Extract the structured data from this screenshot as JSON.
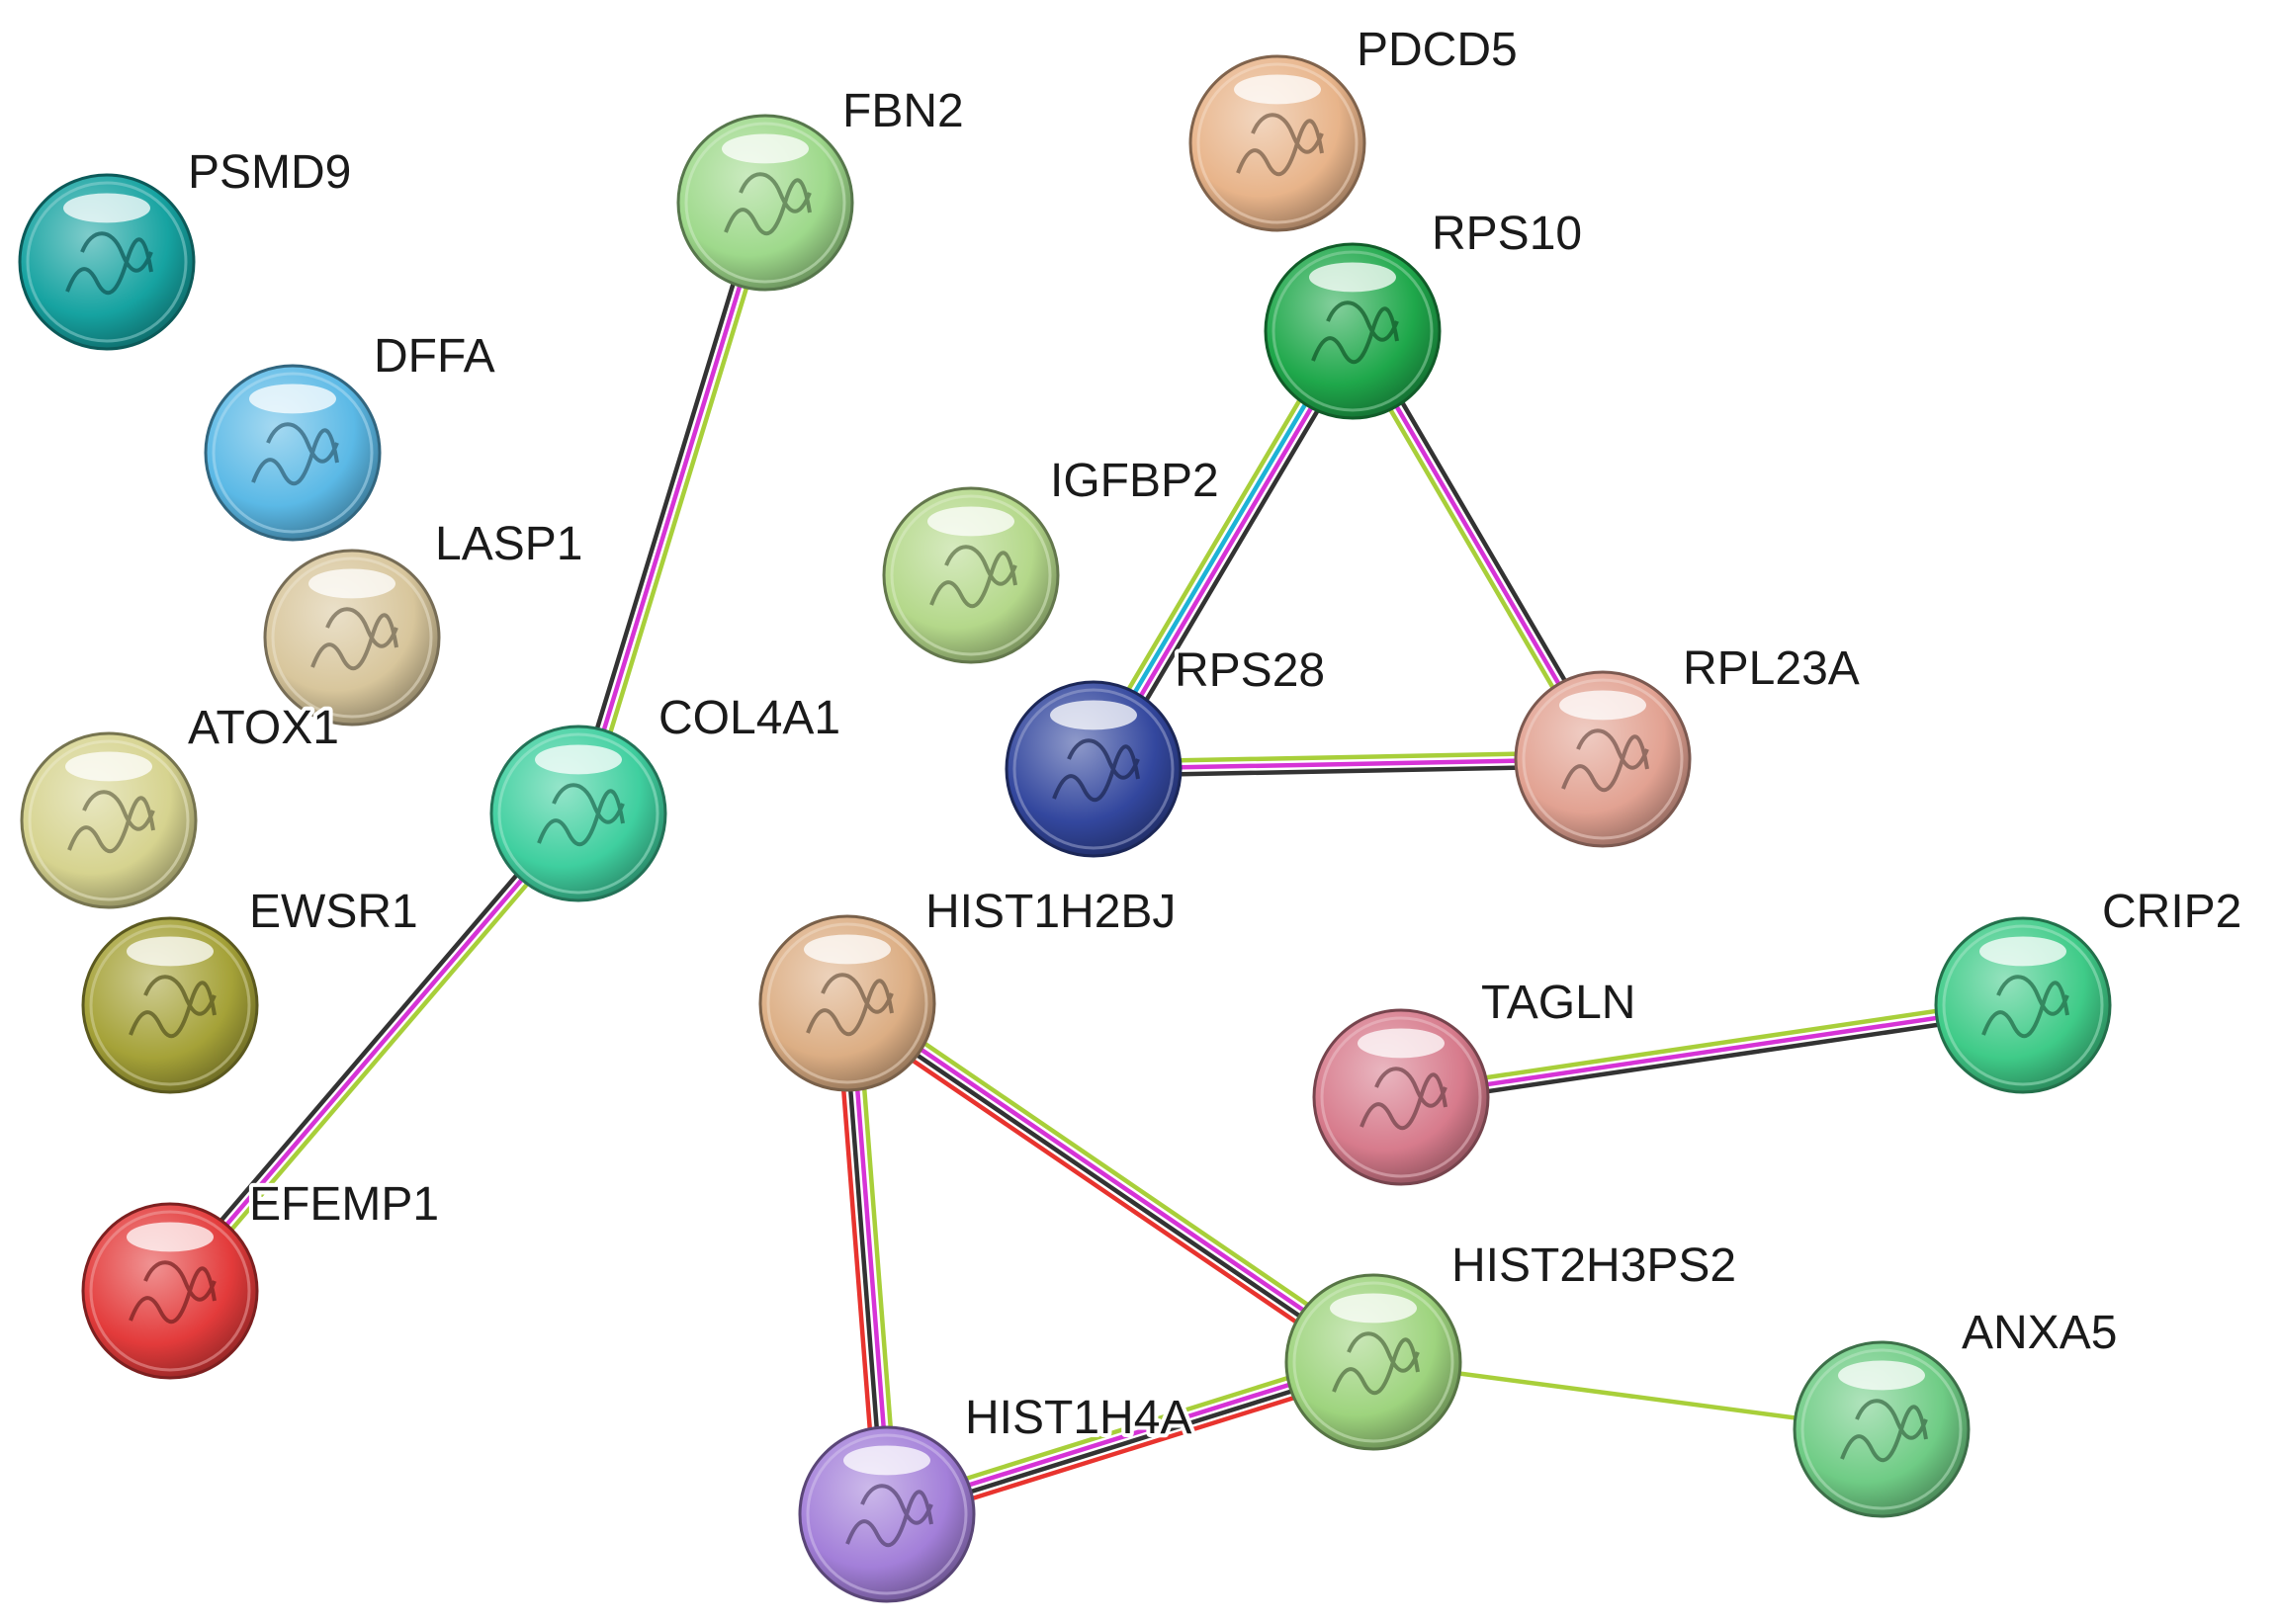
{
  "network": {
    "evidence_colors": {
      "black": "#333333",
      "magenta": "#d633d6",
      "yellowgreen": "#a8cf3a",
      "cyan": "#1eb3d6",
      "red": "#e8332e"
    },
    "nodes": [
      {
        "id": "PSMD9",
        "label": "PSMD9",
        "color": "#16a3a1",
        "icon": "protein-structure"
      },
      {
        "id": "DFFA",
        "label": "DFFA",
        "color": "#5bb9e6",
        "icon": "protein-structure"
      },
      {
        "id": "LASP1",
        "label": "LASP1",
        "color": "#d8c69c",
        "icon": "protein-structure"
      },
      {
        "id": "ATOX1",
        "label": "ATOX1",
        "color": "#d6d38f",
        "icon": "protein-structure"
      },
      {
        "id": "EWSR1",
        "label": "EWSR1",
        "color": "#a5a238",
        "icon": "protein-structure"
      },
      {
        "id": "EFEMP1",
        "label": "EFEMP1",
        "color": "#e33b3b",
        "icon": "protein-structure"
      },
      {
        "id": "COL4A1",
        "label": "COL4A1",
        "color": "#3fcf9f",
        "icon": "protein-structure"
      },
      {
        "id": "FBN2",
        "label": "FBN2",
        "color": "#9ed98b",
        "icon": "protein-structure"
      },
      {
        "id": "PDCD5",
        "label": "PDCD5",
        "color": "#e8b48a",
        "icon": "protein-structure"
      },
      {
        "id": "RPS10",
        "label": "RPS10",
        "color": "#1fa84b",
        "icon": "protein-structure"
      },
      {
        "id": "IGFBP2",
        "label": "IGFBP2",
        "color": "#b4d88a",
        "icon": "protein-structure"
      },
      {
        "id": "RPS28",
        "label": "RPS28",
        "color": "#33479e",
        "icon": "protein-structure"
      },
      {
        "id": "RPL23A",
        "label": "RPL23A",
        "color": "#e2a292",
        "icon": "protein-structure"
      },
      {
        "id": "HIST1H2BJ",
        "label": "HIST1H2BJ",
        "color": "#dcae84",
        "icon": "protein-structure"
      },
      {
        "id": "TAGLN",
        "label": "TAGLN",
        "color": "#d77b8c",
        "icon": "protein-structure"
      },
      {
        "id": "CRIP2",
        "label": "CRIP2",
        "color": "#3fcb88",
        "icon": "protein-structure"
      },
      {
        "id": "HIST2H3PS2",
        "label": "HIST2H3PS2",
        "color": "#9ed47e",
        "icon": "protein-structure"
      },
      {
        "id": "ANXA5",
        "label": "ANXA5",
        "color": "#6fcc85",
        "icon": "protein-structure"
      },
      {
        "id": "HIST1H4A",
        "label": "HIST1H4A",
        "color": "#a37fd9",
        "icon": "protein-structure"
      }
    ],
    "edges": [
      {
        "source": "COL4A1",
        "target": "FBN2",
        "evidence": [
          "black",
          "magenta",
          "yellowgreen"
        ]
      },
      {
        "source": "COL4A1",
        "target": "EFEMP1",
        "evidence": [
          "yellowgreen",
          "magenta",
          "black"
        ]
      },
      {
        "source": "RPS10",
        "target": "RPS28",
        "evidence": [
          "black",
          "magenta",
          "cyan",
          "yellowgreen"
        ]
      },
      {
        "source": "RPS10",
        "target": "RPL23A",
        "evidence": [
          "black",
          "magenta",
          "yellowgreen"
        ]
      },
      {
        "source": "RPS28",
        "target": "RPL23A",
        "evidence": [
          "yellowgreen",
          "magenta",
          "black"
        ]
      },
      {
        "source": "HIST1H2BJ",
        "target": "HIST1H4A",
        "evidence": [
          "yellowgreen",
          "magenta",
          "black",
          "red"
        ]
      },
      {
        "source": "HIST1H2BJ",
        "target": "HIST2H3PS2",
        "evidence": [
          "yellowgreen",
          "magenta",
          "black",
          "red"
        ]
      },
      {
        "source": "HIST1H4A",
        "target": "HIST2H3PS2",
        "evidence": [
          "yellowgreen",
          "magenta",
          "black",
          "red"
        ]
      },
      {
        "source": "TAGLN",
        "target": "CRIP2",
        "evidence": [
          "yellowgreen",
          "magenta",
          "black"
        ]
      },
      {
        "source": "HIST2H3PS2",
        "target": "ANXA5",
        "evidence": [
          "yellowgreen"
        ]
      }
    ]
  }
}
